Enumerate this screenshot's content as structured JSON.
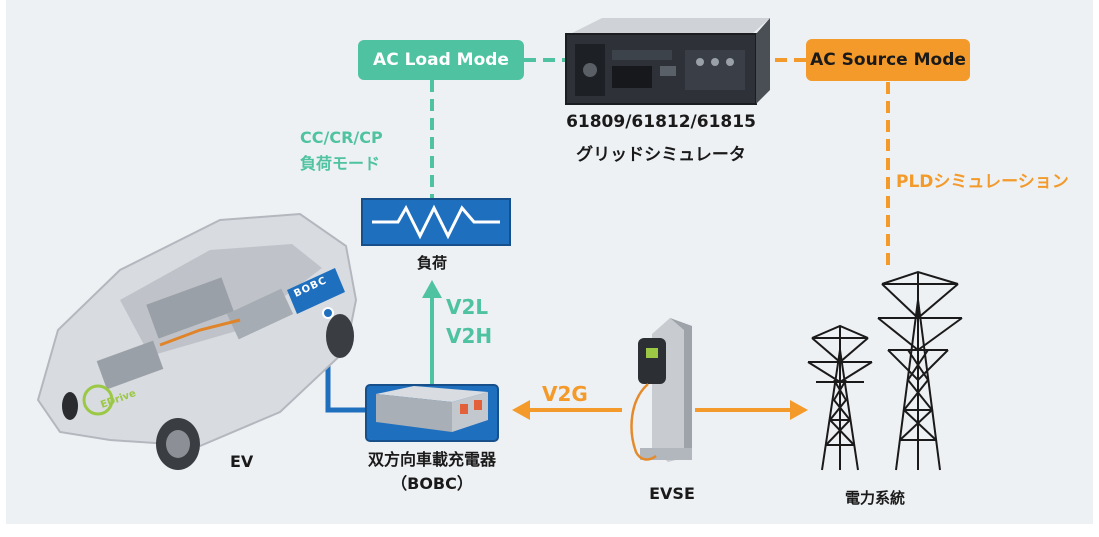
{
  "modes": {
    "ac_load": "AC Load Mode",
    "ac_source": "AC Source Mode"
  },
  "simulator": {
    "model": "61809/61812/61815",
    "name": "グリッドシミュレータ"
  },
  "load": {
    "mode_line1": "CC/CR/CP",
    "mode_line2": "負荷モード",
    "label": "負荷"
  },
  "pld_label": "PLDシミュレーション",
  "v2l": "V2L",
  "v2h": "V2H",
  "v2g": "V2G",
  "ev": {
    "label": "EV",
    "bobc_tag": "BOBC",
    "logo": "EDrive"
  },
  "bobc": {
    "line1": "双方向車載充電器",
    "line2": "（BOBC）"
  },
  "evse_label": "EVSE",
  "grid_label": "電力系統",
  "colors": {
    "green": "#4fc3a1",
    "orange": "#f39a2a",
    "blue": "#1f6fbf",
    "background": "#eef1f4"
  }
}
